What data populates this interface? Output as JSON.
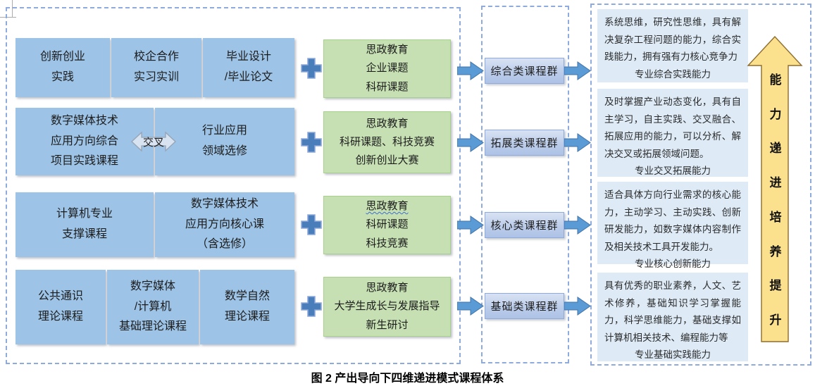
{
  "caption": "图 2 产出导向下四维递进模式课程体系",
  "colors": {
    "blue_box": "#9DC3E6",
    "green_box": "#C6E0B4",
    "group_label_box": "#B4C6E7",
    "outcome_box": "#DEEBF7",
    "block_arrow": "#5B9BD5",
    "plus_sign": "#4A7EBB",
    "capability_arrow": "#FBE08D",
    "dashed_border": "#8FAADC"
  },
  "course_rows": [
    {
      "boxes": [
        "创新创业\n实践",
        "校企合作\n实习实训",
        "毕业设计\n/毕业论文"
      ]
    },
    {
      "boxes": [
        "数字媒体技术\n应用方向综合\n项目实践课程",
        "行业应用\n领域选修"
      ],
      "connector": "交叉"
    },
    {
      "boxes": [
        "计算机专业\n支撑课程",
        "数字媒体技术\n应用方向核心课\n（含选修）"
      ]
    },
    {
      "boxes": [
        "公共通识\n理论课程",
        "数字媒体\n/计算机\n基础理论课程",
        "数学自然\n理论课程"
      ]
    }
  ],
  "supplement_boxes": [
    {
      "lines": [
        "思政教育",
        "企业课题",
        "科研课题"
      ]
    },
    {
      "lines": [
        "思政教育",
        "科研课题、科技竞赛",
        "创新创业大赛"
      ]
    },
    {
      "lines": [
        "思政教育",
        "科研课题",
        "科技竞赛"
      ]
    },
    {
      "lines": [
        "思政教育",
        "大学生成长与发展指导",
        "新生研讨"
      ]
    }
  ],
  "course_groups": [
    "综合类课程群",
    "拓展类课程群",
    "核心类课程群",
    "基础类课程群"
  ],
  "outcomes": [
    {
      "body": "系统思维，研究性思维，具有解决复杂工程问题的能力，综合实践能力，拥有强有力核心竞争力",
      "footer": "专业综合实践能力"
    },
    {
      "body": "及时掌握产业动态变化，具有自主学习，自主实践、交叉融合、拓展应用的能力，可以分析、解决交叉或拓展领域问题。",
      "footer": "专业交叉拓展能力"
    },
    {
      "body": "适合具体方向行业需求的核心能力，主动学习、主动实践、创新研发能力，如数字媒体内容制作及相关技术工具开发能力。",
      "footer": "专业核心创新能力"
    },
    {
      "body": "具有优秀的职业素养，人文、艺术修养，基础知识学习掌握能力，科学思维能力，基础支撑如计算机相关技术、编程能力等",
      "footer": "专业基础实践能力"
    }
  ],
  "capability_arrow": {
    "text": "能力递进培养提升"
  }
}
